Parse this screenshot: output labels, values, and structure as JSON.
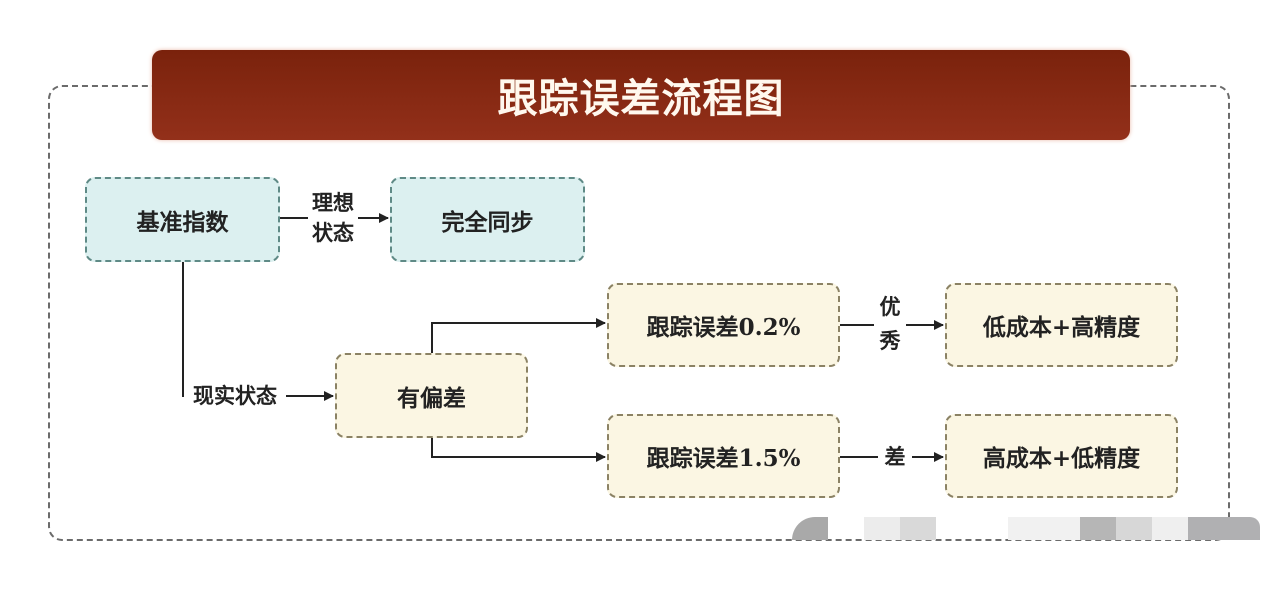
{
  "title": "跟踪误差流程图",
  "nodes": {
    "benchmark": "基准指数",
    "perfect_sync": "完全同步",
    "deviation": "有偏差",
    "te_low": "跟踪误差0.2%",
    "te_high": "跟踪误差1.5%",
    "result_good": "低成本+高精度",
    "result_bad": "高成本+低精度"
  },
  "edges": {
    "ideal_line1": "理想",
    "ideal_line2": "状态",
    "reality": "现实状态",
    "excellent_line1": "优",
    "excellent_line2": "秀",
    "poor": "差"
  },
  "colors": {
    "banner": "#7a220c",
    "blue_fill": "#dcf0f0",
    "cream_fill": "#fbf6e3"
  }
}
